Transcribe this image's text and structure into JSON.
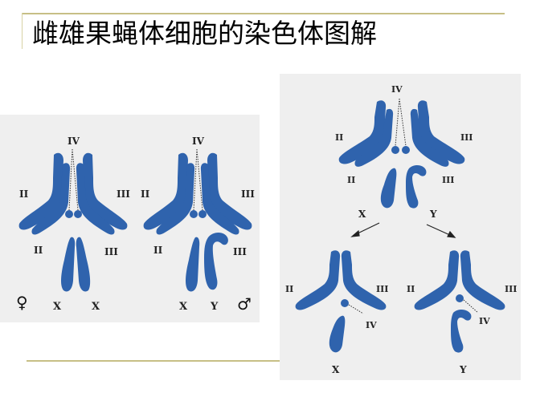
{
  "title": "雌雄果蝇体细胞的染色体图解",
  "colors": {
    "chromosome": "#2f63ad",
    "panel_bg": "#efefef",
    "accent_rule": "#c7bf86",
    "label": "#222222"
  },
  "female_karyotype": {
    "sex_symbol": "♀",
    "labels": {
      "IV": "IV",
      "II_upper": "II",
      "II_lower": "II",
      "III_upper": "III",
      "III_lower": "III",
      "sex_left": "X",
      "sex_right": "X"
    }
  },
  "male_karyotype": {
    "sex_symbol": "♂",
    "labels": {
      "IV": "IV",
      "II_upper": "II",
      "II_lower": "II",
      "III_upper": "III",
      "III_lower": "III",
      "sex_left": "X",
      "sex_right": "Y"
    }
  },
  "meiosis_diagram": {
    "parent": {
      "labels": {
        "IV": "IV",
        "II_upper": "II",
        "II_lower": "II",
        "III_upper": "III",
        "III_lower": "III",
        "sex_left": "X",
        "sex_right": "Y"
      }
    },
    "gamete_x": {
      "labels": {
        "II": "II",
        "III": "III",
        "IV": "IV",
        "sex": "X"
      }
    },
    "gamete_y": {
      "labels": {
        "II": "II",
        "III": "III",
        "IV": "IV",
        "sex": "Y"
      }
    }
  }
}
